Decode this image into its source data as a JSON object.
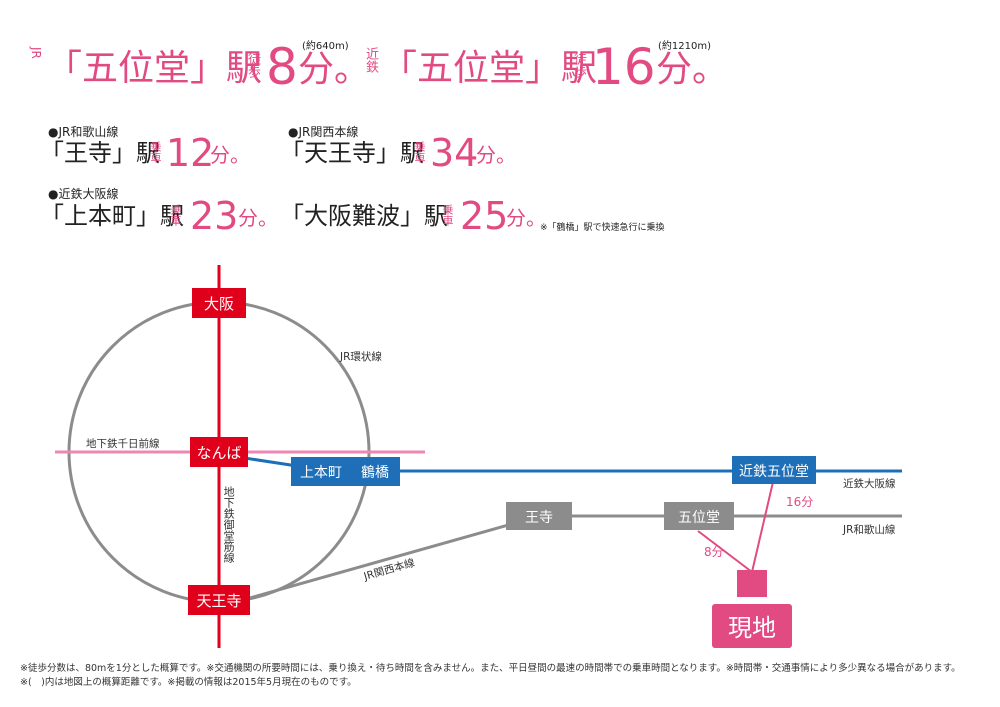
{
  "headline": {
    "left": {
      "prefix": "JR",
      "station": "「五位堂」駅",
      "walk_label": "徒歩",
      "minutes": "8",
      "unit": "分。",
      "distance": "(約640m)"
    },
    "right": {
      "prefix": "近鉄",
      "station": "「五位堂」駅",
      "walk_label": "徒歩",
      "minutes": "16",
      "unit": "分。",
      "distance": "(約1210m)"
    }
  },
  "routes": [
    {
      "line": "●JR和歌山線",
      "station": "「王寺」駅",
      "ride_label": "乗車",
      "minutes": "12",
      "unit": "分。"
    },
    {
      "line": "●JR関西本線",
      "station": "「天王寺」駅",
      "ride_label": "乗車",
      "minutes": "34",
      "unit": "分。"
    },
    {
      "line": "●近鉄大阪線",
      "station": "「上本町」駅",
      "ride_label": "乗車",
      "minutes": "23",
      "unit": "分。"
    },
    {
      "line": "",
      "station": "「大阪難波」駅",
      "ride_label": "乗車",
      "minutes": "25",
      "unit": "分。",
      "note": "※「鶴橋」駅で快速急行に乗換"
    }
  ],
  "map": {
    "stations": {
      "osaka": "大阪",
      "namba": "なんば",
      "tennoji": "天王寺",
      "uehonmachi": "上本町",
      "tsuruhashi": "鶴橋",
      "oji": "王寺",
      "goido": "五位堂",
      "kintetsu_goido": "近鉄五位堂",
      "site": "現地"
    },
    "lines": {
      "loop": "JR環状線",
      "sennichimae": "地下鉄千日前線",
      "midosuji": "地下鉄御堂筋線",
      "kintetsu_osaka": "近鉄大阪線",
      "jr_wakayama": "JR和歌山線",
      "jr_kansai": "JR関西本線"
    },
    "walk_times": {
      "kintetsu": "16分",
      "jr": "8分"
    },
    "colors": {
      "red": "#e0001b",
      "blue": "#1e6fb8",
      "gray": "#8c8c8c",
      "pink": "#e24a82",
      "sennichimae": "#ee87b4"
    }
  },
  "footer": "※徒歩分数は、80mを1分とした概算です。※交通機関の所要時間には、乗り換え・待ち時間を含みません。また、平日昼間の最速の時間帯での乗車時間となります。※時間帯・交通事情により多少異なる場合があります。※(　)内は地図上の概算距離です。※掲載の情報は2015年5月現在のものです。"
}
